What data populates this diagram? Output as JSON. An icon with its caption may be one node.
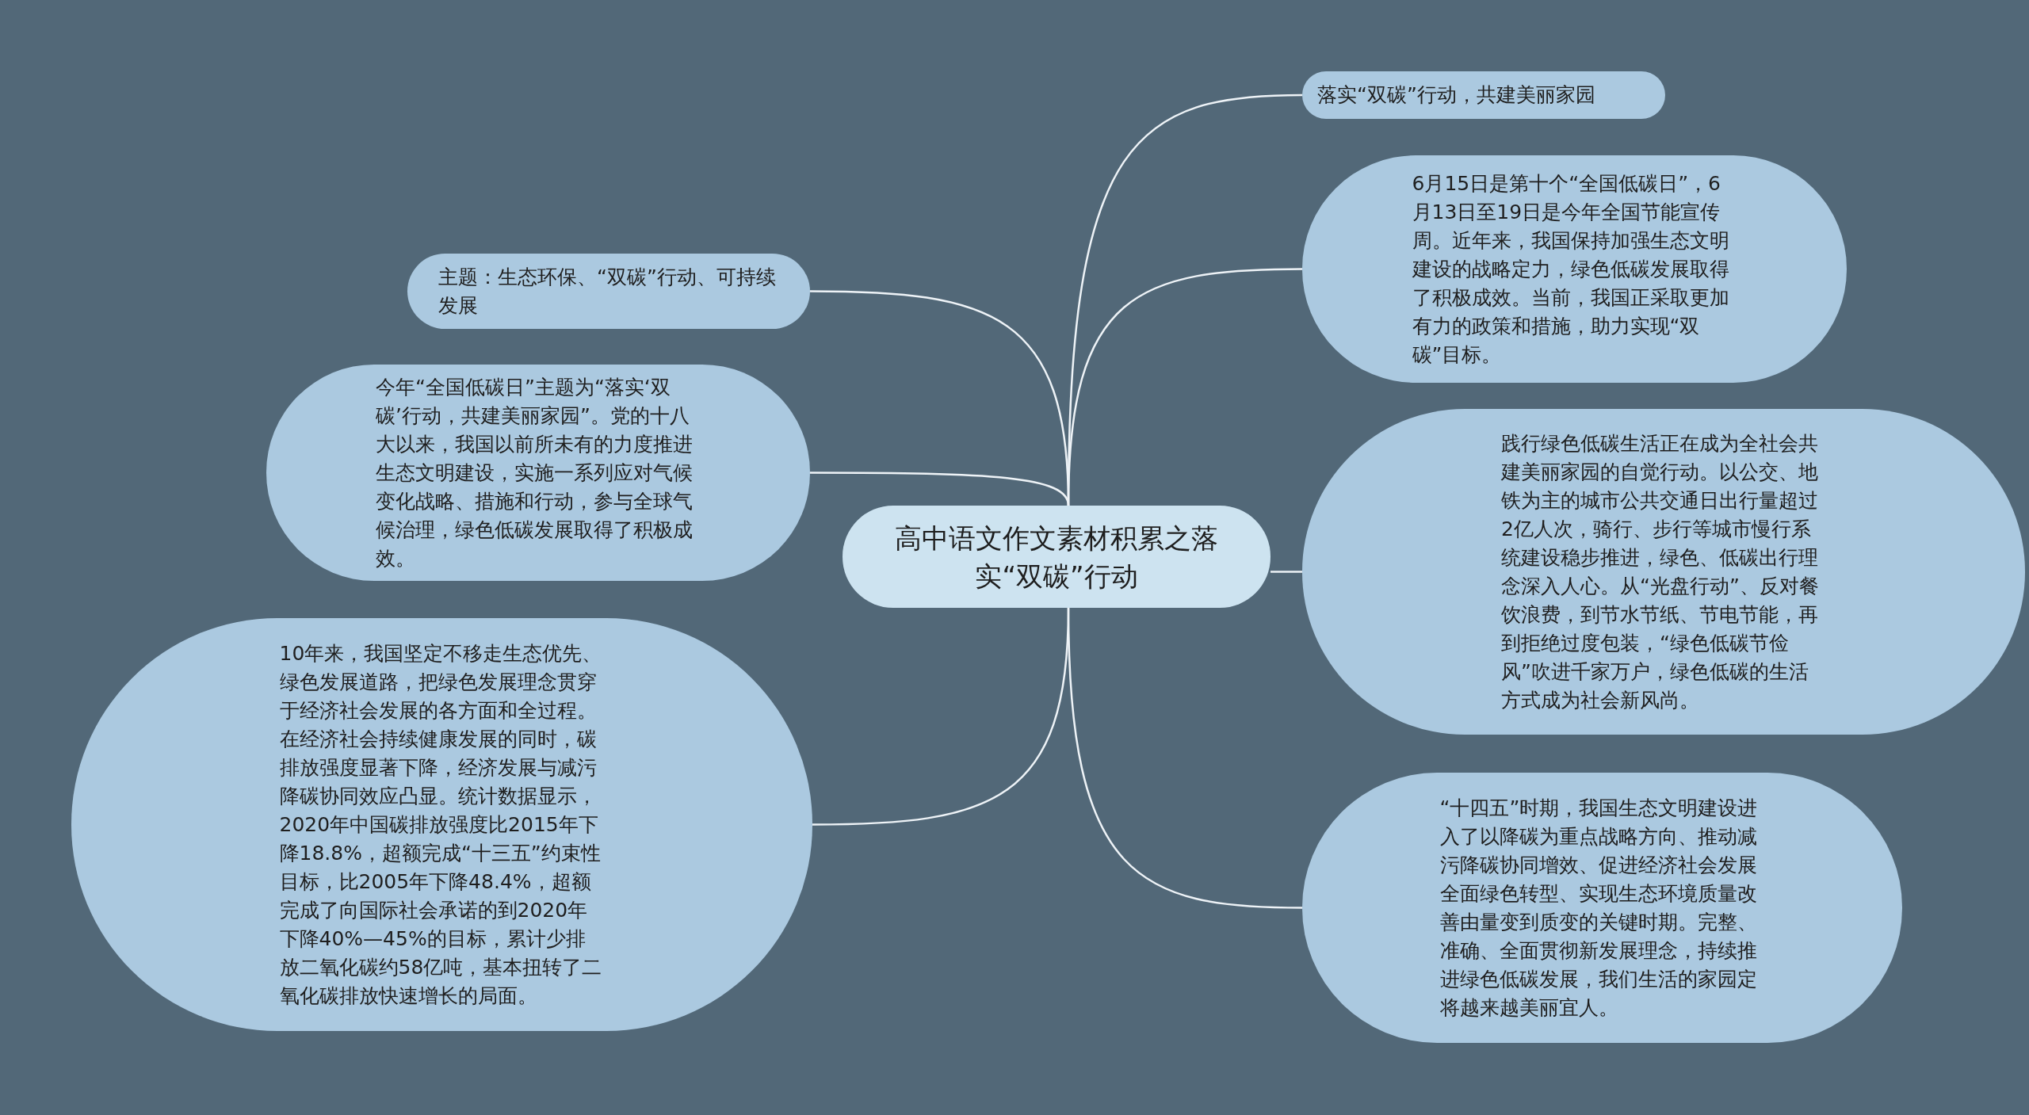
{
  "diagram": {
    "nodes": [
      {
        "text": [
          "高中语文作文素材积累之落实“双碳”行动"
        ]
      },
      {
        "text": [
          "主题：生态环保、“双碳”行动、可持续发展"
        ]
      },
      {
        "text": [
          "今年“全国低碳日”主题为“落实‘双碳’行动，共建美丽家园”。党的十八大以来，我国以前所未有的力度推进生态文明建设，实施一系列应对气候变化战略、措施和行动，参与全球气候治理，绿色低碳发展取得了积极成效。"
        ]
      },
      {
        "text": [
          "10年来，我国坚定不移走生态优先、绿色发展道路，把绿色发展理念贯穿于经济社会发展的各方面和全过程。在经济社会持续健康发展的同时，碳排放强度显著下降，经济发展与减污降碳协同效应凸显。统计数据显示，2020年中国碳排放强度比2015年下降18.8%，超额完成“十三五”约束性目标，比2005年下降48.4%，超额完成了向国际社会承诺的到2020年下降40%—45%的目标，累计少排放二氧化碳约58亿吨，基本扭转了二氧化碳排放快速增长的局面。"
        ]
      },
      {
        "text": [
          "落实“双碳”行动，共建美丽家园"
        ]
      },
      {
        "text": [
          "6月15日是第十个“全国低碳日”，6月13日至19日是今年全国节能宣传周。近年来，我国保持加强生态文明建设的战略定力，绿色低碳发展取得了积极成效。当前，我国正采取更加有力的政策和措施，助力实现“双碳”目标。"
        ]
      },
      {
        "text": [
          "践行绿色低碳生活正在成为全社会共建美丽家园的自觉行动。以公交、地铁为主的城市公共交通日出行量超过2亿人次，骑行、步行等城市慢行系统建设稳步推进，绿色、低碳出行理念深入人心。从“光盘行动”、反对餐饮浪费，到节水节纸、节电节能，再到拒绝过度包装，“绿色低碳节俭风”吹进千家万户，绿色低碳的生活方式成为社会新风尚。"
        ]
      },
      {
        "text": [
          "“十四五”时期，我国生态文明建设进入了以降碳为重点战略方向、推动减污降碳协同增效、促进经济社会发展全面绿色转型、实现生态环境质量改善由量变到质变的关键时期。完整、准确、全面贯彻新发展理念，持续推进绿色低碳发展，我们生活的家园定将越来越美丽宜人。"
        ]
      }
    ],
    "edges": [
      {
        "from": 0,
        "to": 1,
        "arrow": "none"
      },
      {
        "from": 0,
        "to": 2,
        "arrow": "none"
      },
      {
        "from": 0,
        "to": 3,
        "arrow": "none"
      },
      {
        "from": 0,
        "to": 4,
        "arrow": "none"
      },
      {
        "from": 0,
        "to": 5,
        "arrow": "none"
      },
      {
        "from": 0,
        "to": 6,
        "arrow": "none"
      },
      {
        "from": 0,
        "to": 7,
        "arrow": "none"
      }
    ]
  }
}
